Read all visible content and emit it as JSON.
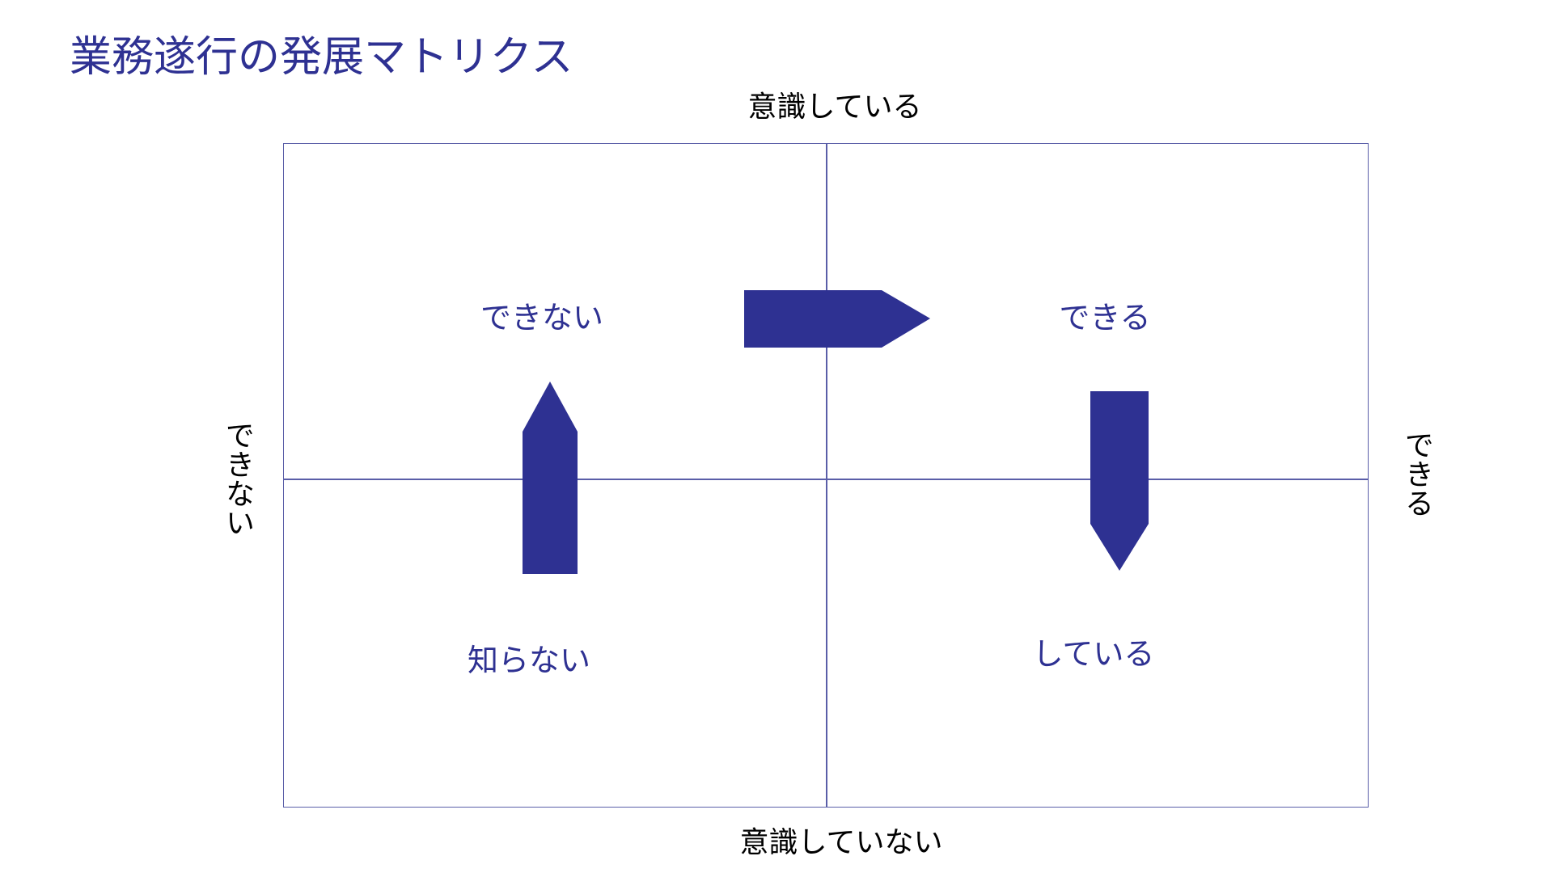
{
  "title": "業務遂行の発展マトリクス",
  "axes": {
    "top": "意識している",
    "bottom": "意識していない",
    "left": "できない",
    "right": "できる"
  },
  "quadrants": {
    "top_left": "できない",
    "top_right": "できる",
    "bottom_left": "知らない",
    "bottom_right": "している"
  },
  "colors": {
    "accent": "#2e3192",
    "grid": "#5a5ea8",
    "axis_text": "#000000"
  },
  "arrows": [
    {
      "from": "bottom_left",
      "to": "top_left",
      "direction": "up"
    },
    {
      "from": "top_left",
      "to": "top_right",
      "direction": "right"
    },
    {
      "from": "top_right",
      "to": "bottom_right",
      "direction": "down"
    }
  ]
}
